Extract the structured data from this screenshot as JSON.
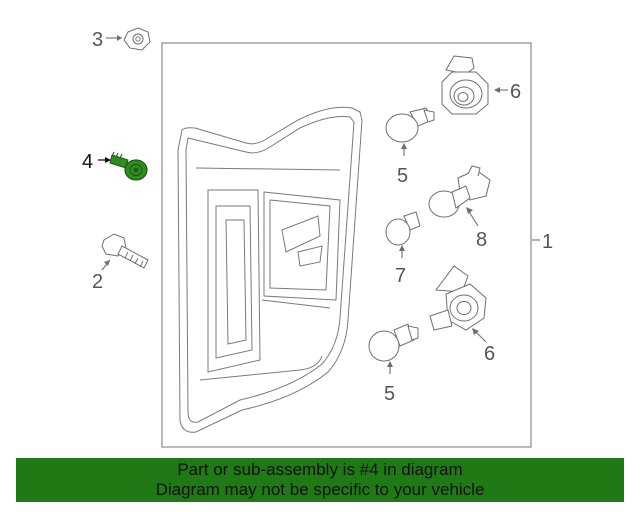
{
  "callouts": {
    "c1": "1",
    "c2": "2",
    "c3": "3",
    "c4": "4",
    "c5a": "5",
    "c5b": "5",
    "c6a": "6",
    "c6b": "6",
    "c7": "7",
    "c8": "8"
  },
  "highlight_color": "#2e8b1e",
  "banner": {
    "line1": "Part or sub-assembly is #4 in diagram",
    "line2": "Diagram may not be specific to your vehicle",
    "background": "#1f7a16"
  }
}
